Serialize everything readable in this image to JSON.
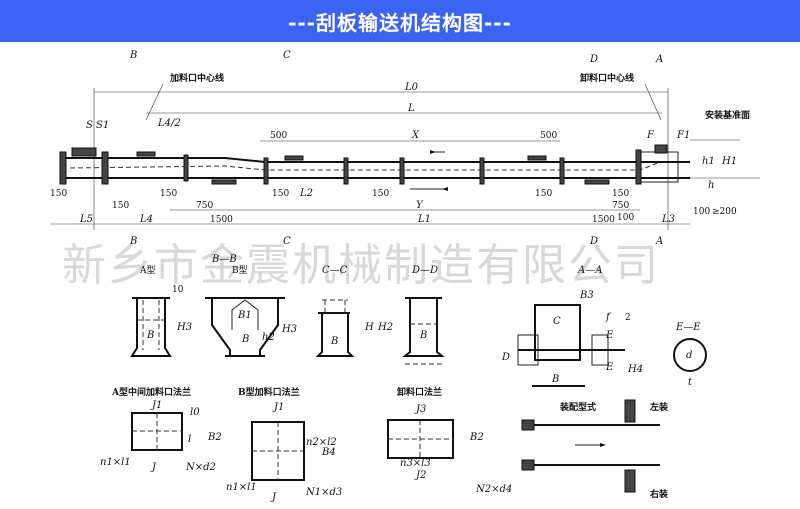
{
  "header": {
    "title": "---刮板输送机结构图---",
    "background_color": "#3b63f2"
  },
  "watermark": "新乡市金震机械制造有限公司",
  "main_view": {
    "section_marks": [
      "B",
      "C",
      "D",
      "A"
    ],
    "feed_centerline": "加料口中心线",
    "discharge_centerline": "卸料口中心线",
    "install_datum": "安装基准面",
    "dims": {
      "L0": "L0",
      "L": "L",
      "L4_2": "L4/2",
      "S": "S",
      "S1": "S1",
      "d500a": "500",
      "X": "X",
      "d500b": "500",
      "F": "F",
      "F1": "F1",
      "h1": "h1",
      "H1": "H1",
      "h": "h",
      "ge200": "≥200",
      "d150a": "150",
      "d150b": "150",
      "d150c": "150",
      "d150d": "150",
      "d150e": "150",
      "d150f": "150",
      "d150g": "150",
      "L2": "L2",
      "Y": "Y",
      "d750a": "750",
      "d750b": "750",
      "d100a": "100",
      "d100b": "100",
      "L5": "L5",
      "L4": "L4",
      "d1500a": "1500",
      "L1": "L1",
      "d1500b": "1500",
      "L3": "L3"
    }
  },
  "sections": {
    "b_b": "B—B",
    "type_a": "A型",
    "type_b": "B型",
    "c_c": "C—C",
    "d_d": "D—D",
    "a_a": "A—A",
    "e_e": "E—E",
    "labels": {
      "H3": "H3",
      "B": "B",
      "B1": "B1",
      "h2": "h2",
      "H": "H",
      "H2": "H2",
      "d10": "10",
      "B3": "B3",
      "C": "C",
      "f": "f",
      "d2": "2",
      "E": "E",
      "D": "D",
      "H4": "H4",
      "d": "d",
      "t": "t"
    }
  },
  "flanges": {
    "a_type_title": "A型中间加料口法兰",
    "b_type_title": "B型加料口法兰",
    "discharge_title": "卸料口法兰",
    "labels": {
      "J1": "J1",
      "J": "J",
      "l0": "l0",
      "B2": "B2",
      "l": "l",
      "n1l1": "n1×l1",
      "Nd2": "N×d2",
      "B4": "B4",
      "n2l2": "n2×l2",
      "N1d3": "N1×d3",
      "J3": "J3",
      "J2": "J2",
      "n3l3": "n3×l3",
      "N2d4": "N2×d4"
    }
  },
  "assembly": {
    "title": "装配型式",
    "left": "左装",
    "right": "右装"
  }
}
